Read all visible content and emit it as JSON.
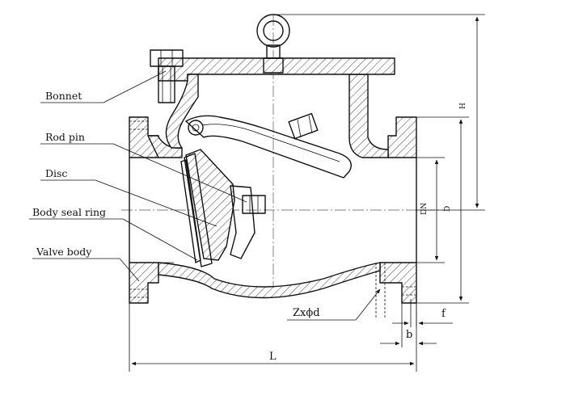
{
  "labels": {
    "bonnet": "Bonnet",
    "rod_pin": "Rod pin",
    "disc": "Disc",
    "body_seal_ring": "Body seal ring",
    "valve_body": "Valve body"
  },
  "dimensions": {
    "length": "L",
    "height": "H",
    "flange_diameter": "D",
    "nominal_diameter": "DN",
    "bolt_holes": "Zxϕd",
    "flange_thickness": "b",
    "raised_face": "f"
  }
}
